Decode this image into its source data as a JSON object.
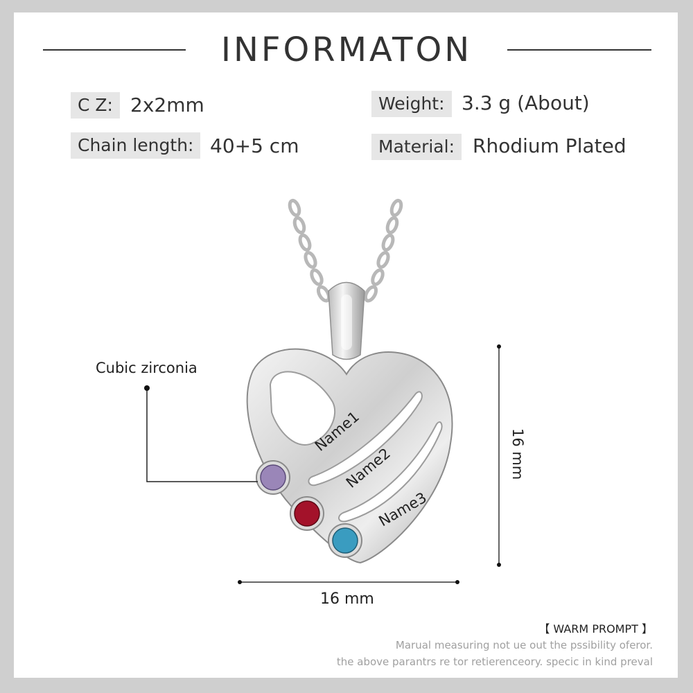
{
  "title": "INFORMATON",
  "specs": {
    "cz": {
      "label": "C Z:",
      "value": "2x2mm"
    },
    "weight": {
      "label": "Weight:",
      "value": "3.3 g (About)"
    },
    "chain": {
      "label": "Chain length:",
      "value": "40+5 cm"
    },
    "material": {
      "label": "Material:",
      "value": "Rhodium Plated"
    }
  },
  "annotation": {
    "stone_label": "Cubic zirconia"
  },
  "engravings": [
    "Name1",
    "Name2",
    "Name3"
  ],
  "dimensions": {
    "height": "16 mm",
    "width": "16 mm"
  },
  "stones": [
    {
      "color": "#9a86b8"
    },
    {
      "color": "#a3122a"
    },
    {
      "color": "#3a9cc0"
    }
  ],
  "prompt": {
    "title": "【 WARM PROMPT 】",
    "line1": "Marual measuring not ue out the pssibility oferor.",
    "line2": "the above parantrs re tor retierenceory. specic in kind preval"
  }
}
